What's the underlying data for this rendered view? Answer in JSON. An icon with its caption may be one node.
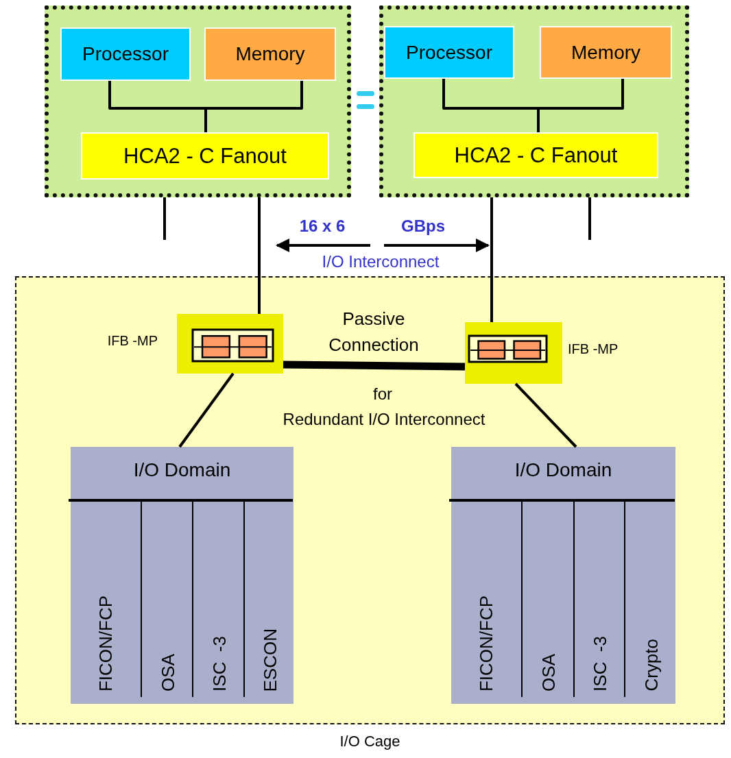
{
  "diagram": {
    "nodes": [
      {
        "text": [],
        "shape": "box"
      },
      {
        "text": [
          "Processor"
        ],
        "in": 0
      },
      {
        "text": [
          "Memory"
        ],
        "in": 0
      },
      {
        "text": [
          "HCA2 - C Fanout"
        ],
        "in": 0
      },
      {
        "text": [],
        "shape": "box"
      },
      {
        "text": [
          "Processor"
        ],
        "in": 4
      },
      {
        "text": [
          "Memory"
        ],
        "in": 4
      },
      {
        "text": [
          "HCA2 - C Fanout"
        ],
        "in": 4
      },
      {
        "text": [
          "I/O Cage"
        ]
      },
      {
        "text": [
          "IFB -MP"
        ],
        "in": 8
      },
      {
        "text": [
          "IFB -MP"
        ],
        "in": 8
      },
      {
        "text": [
          "I/O Domain",
          "FICON/FCP",
          "OSA",
          "ISC  -3",
          "ESCON"
        ],
        "in": 8
      },
      {
        "text": [
          "I/O Domain",
          "FICON/FCP",
          "OSA",
          "ISC  -3",
          "Crypto"
        ],
        "in": 8
      }
    ],
    "edges": [
      {
        "from": 1,
        "to": 3,
        "arrow": "none"
      },
      {
        "from": 2,
        "to": 3,
        "arrow": "none"
      },
      {
        "from": 5,
        "to": 7,
        "arrow": "none"
      },
      {
        "from": 6,
        "to": 7,
        "arrow": "none"
      },
      {
        "from": 0,
        "to": 9,
        "arrow": "none"
      },
      {
        "from": 4,
        "to": 10,
        "arrow": "none"
      },
      {
        "from": 0,
        "to": null,
        "arrow": "none"
      },
      {
        "from": 4,
        "to": null,
        "arrow": "none"
      },
      {
        "from": 9,
        "to": 10,
        "arrow": "none",
        "style": "thick",
        "label": "Passive Connection"
      },
      {
        "from": 9,
        "to": 11,
        "arrow": "none"
      },
      {
        "from": 10,
        "to": 12,
        "arrow": "none"
      }
    ],
    "labels": [
      "16 x 6",
      "GBps",
      "I/O Interconnect",
      "for",
      "Redundant I/O Interconnect"
    ]
  }
}
